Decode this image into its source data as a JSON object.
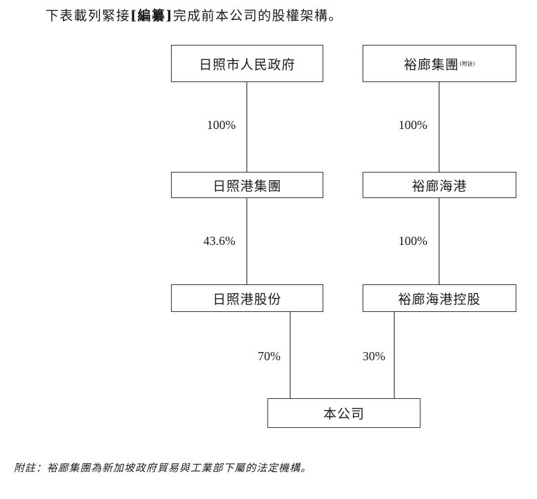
{
  "intro": {
    "prefix": "下表載列緊接",
    "bold": "[編纂]",
    "suffix": "完成前本公司的股權架構。"
  },
  "entities": {
    "rizhao_gov": "日照市人民政府",
    "yulang_group": "裕廊集團",
    "yulang_group_note": "(附註)",
    "rizhao_port_group": "日照港集團",
    "yulang_port": "裕廊海港",
    "rizhao_port_shares": "日照港股份",
    "yulang_port_holding": "裕廊海港控股",
    "company": "本公司"
  },
  "ownership": {
    "gov_to_port_group": "100%",
    "yulang_group_to_port": "100%",
    "port_group_to_shares": "43.6%",
    "yulang_port_to_holding": "100%",
    "shares_to_company": "70%",
    "holding_to_company": "30%"
  },
  "footnote": "附註：裕廊集團為新加坡政府貿易與工業部下屬的法定機構。"
}
